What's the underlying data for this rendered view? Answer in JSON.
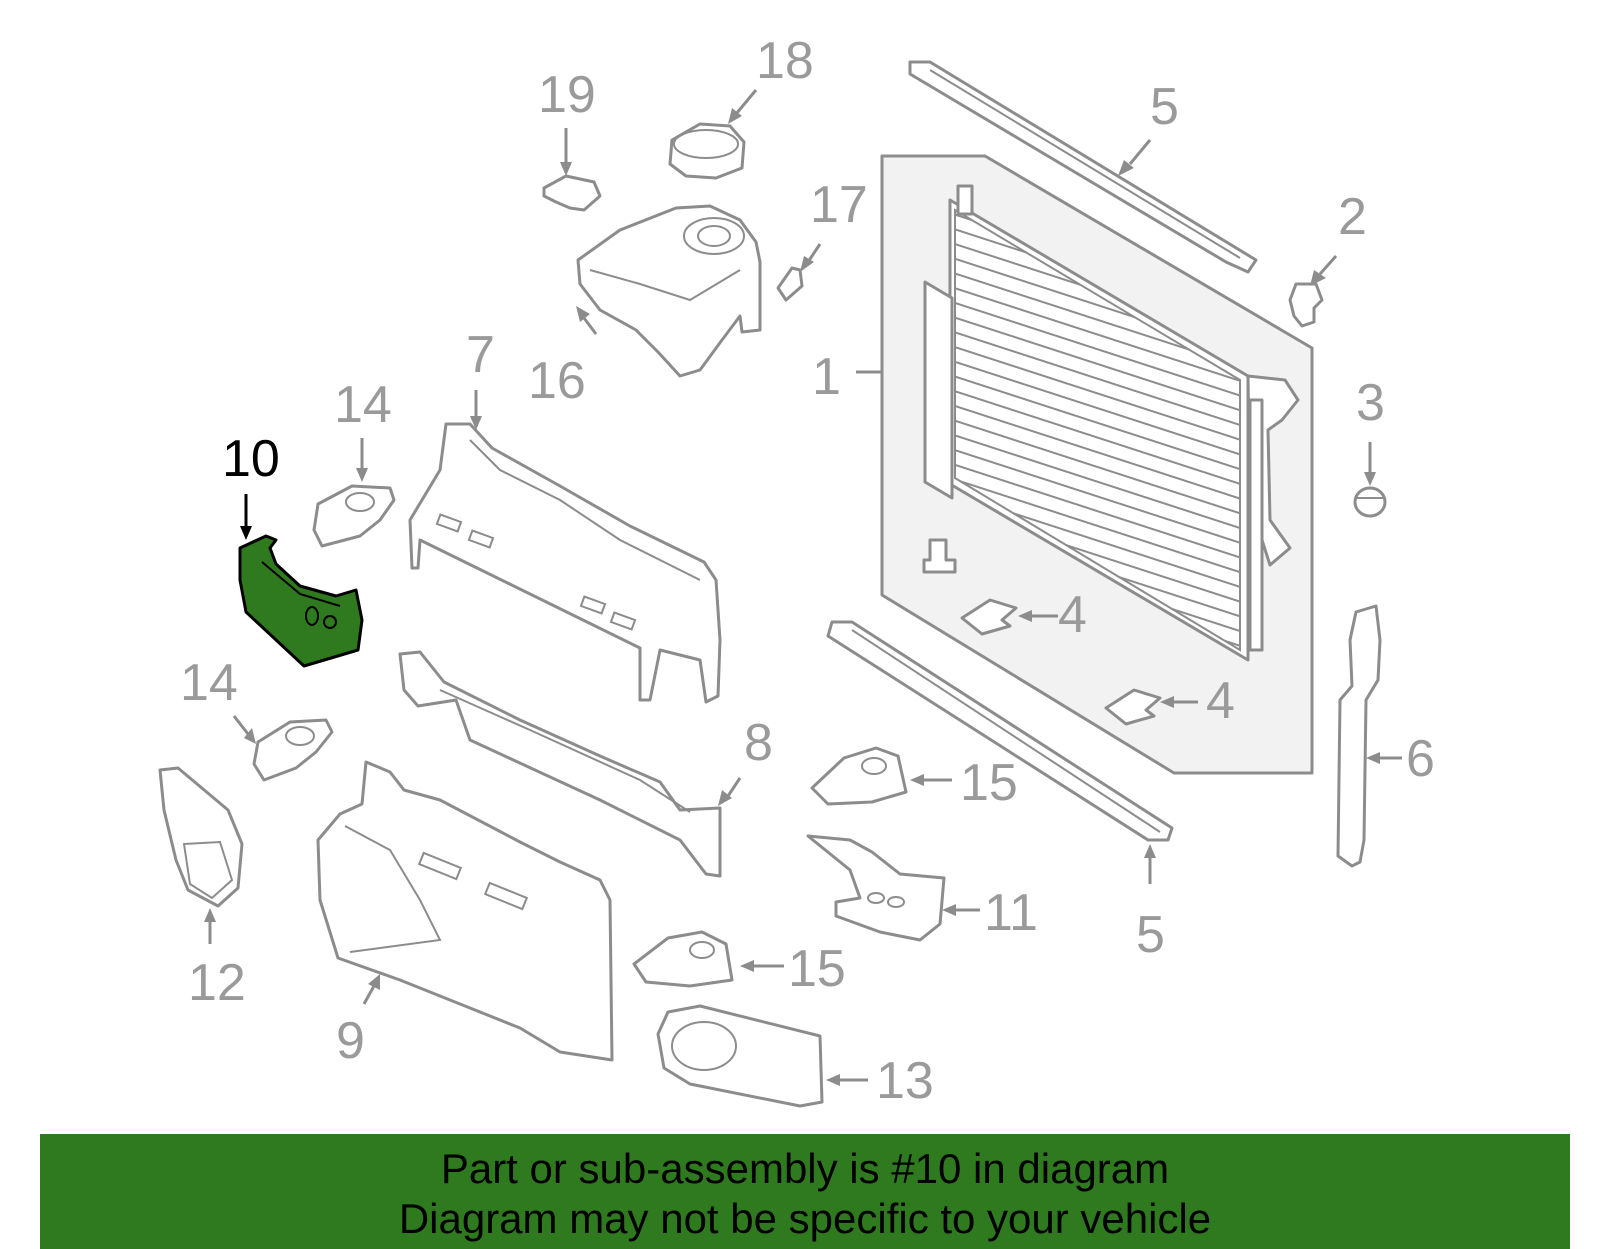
{
  "callouts": {
    "c1": "1",
    "c2": "2",
    "c3": "3",
    "c4a": "4",
    "c4b": "4",
    "c5a": "5",
    "c5b": "5",
    "c6": "6",
    "c7": "7",
    "c8": "8",
    "c9": "9",
    "c10": "10",
    "c11": "11",
    "c12": "12",
    "c13": "13",
    "c14a": "14",
    "c14b": "14",
    "c15a": "15",
    "c15b": "15",
    "c16": "16",
    "c17": "17",
    "c18": "18",
    "c19": "19"
  },
  "highlight": {
    "part": "10",
    "color": "#2f7a1f"
  },
  "footer": {
    "line1": "Part or sub-assembly is #10 in diagram",
    "line2": "Diagram may not be specific to your vehicle",
    "background": "#2f7a1f"
  }
}
